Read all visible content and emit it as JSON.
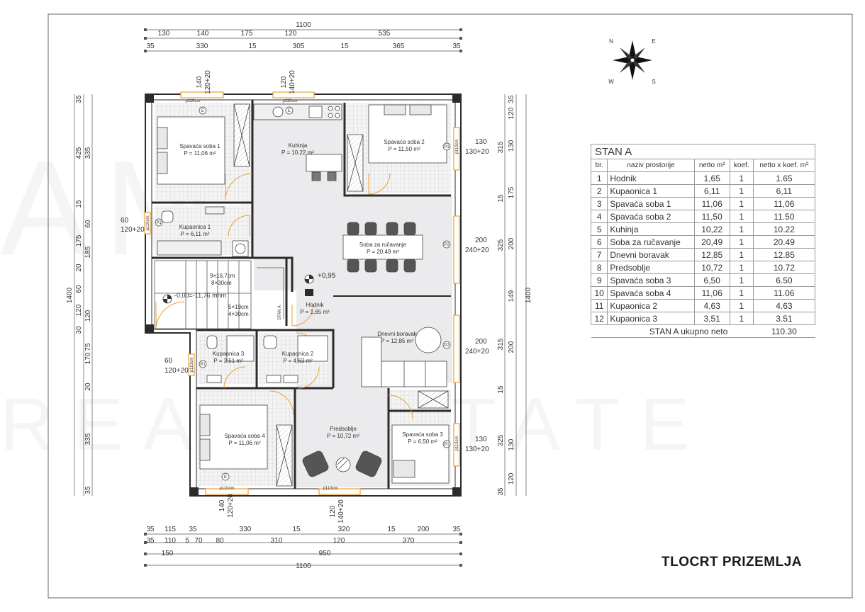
{
  "watermark": {
    "main": "AMNI",
    "sub": "REAL ESTATE"
  },
  "plan_title": "TLOCRT PRIZEMLJA",
  "compass": {
    "n": "N",
    "e": "E",
    "s": "S",
    "w": "W"
  },
  "dims": {
    "top_total": "1100",
    "top_row2": [
      "130",
      "140",
      "175",
      "120",
      "535"
    ],
    "top_row3": [
      "35",
      "330",
      "15",
      "305",
      "15",
      "365",
      "35"
    ],
    "bottom_row1": [
      "35",
      "115",
      "35",
      "330",
      "15",
      "320",
      "15",
      "200",
      "35"
    ],
    "bottom_row2": [
      "35",
      "110",
      "5",
      "70",
      "80",
      "310",
      "120",
      "370"
    ],
    "bottom_row3": [
      "150",
      "950"
    ],
    "bottom_total": "1100",
    "left_total": "1400",
    "left_a": [
      "35",
      "425",
      "15",
      "175",
      "20",
      "60",
      "120",
      "30"
    ],
    "left_b": [
      "335",
      "60",
      "185",
      "120",
      "75",
      "170",
      "20",
      "335",
      "35"
    ],
    "right_total": "1400",
    "right_a": [
      "35",
      "120",
      "130",
      "175",
      "200",
      "149",
      "200",
      "130",
      "120"
    ],
    "right_b": [
      "315",
      "15",
      "325",
      "315",
      "15",
      "325",
      "35"
    ]
  },
  "openings": {
    "w_top_left": {
      "a": "140",
      "b": "120+20"
    },
    "w_top_mid": {
      "a": "120",
      "b": "140+20"
    },
    "w_right_1": {
      "a": "130",
      "b": "130+20"
    },
    "w_right_2": {
      "a": "200",
      "b": "240+20"
    },
    "w_right_3": {
      "a": "200",
      "b": "240+20"
    },
    "w_right_4": {
      "a": "130",
      "b": "130+20"
    },
    "w_left_1": {
      "a": "60",
      "b": "120+20"
    },
    "w_left_2": {
      "a": "60",
      "b": "120+20"
    },
    "w_bottom_left": {
      "a": "140",
      "b": "120+20"
    },
    "w_bottom_mid": {
      "a": "120",
      "b": "140+20"
    },
    "sill_tag": "p110cm",
    "tag_e": "E",
    "tag_p": "P1",
    "tag_p2": "P2"
  },
  "rooms": [
    {
      "name": "Spavaća soba 1",
      "area": "P = 11,06 m²"
    },
    {
      "name": "Kuhinja",
      "area": "P = 10,22 m²"
    },
    {
      "name": "Spavaća soba 2",
      "area": "P = 11,50 m²"
    },
    {
      "name": "Kupaonica 1",
      "area": "P = 6,11 m²"
    },
    {
      "name": "Soba za ručavanje",
      "area": "P = 20,49 m²"
    },
    {
      "name": "Hodnik",
      "area": "P = 1,65 m²"
    },
    {
      "name": "Dnevni boravak",
      "area": "P = 12,85 m²"
    },
    {
      "name": "Kupaonica 3",
      "area": "P = 3,51 m²"
    },
    {
      "name": "Kupaonica 2",
      "area": "P = 4,63 m²"
    },
    {
      "name": "Spavaća soba 4",
      "area": "P = 11,06 m²"
    },
    {
      "name": "Predsoblje",
      "area": "P = 10,72 m²"
    },
    {
      "name": "Spavaća soba 3",
      "area": "P = 6,50 m²"
    }
  ],
  "stairs": {
    "flight1_a": "9×16,7cm",
    "flight1_b": "8×30cm",
    "flight2_a": "5×19cm",
    "flight2_b": "4×30cm",
    "level_low": "-0,00=-11,76 mnm",
    "level_high": "+0,95",
    "stan_tag": "STAN A"
  },
  "table": {
    "title": "STAN A",
    "headers": [
      "br.",
      "naziv prostorije",
      "netto m²",
      "koef.",
      "netto x koef. m²"
    ],
    "rows": [
      [
        "1",
        "Hodnik",
        "1,65",
        "1",
        "1.65"
      ],
      [
        "2",
        "Kupaonica 1",
        "6,11",
        "1",
        "6,11"
      ],
      [
        "3",
        "Spavaća soba 1",
        "11,06",
        "1",
        "11,06"
      ],
      [
        "4",
        "Spavaća soba 2",
        "11,50",
        "1",
        "11.50"
      ],
      [
        "5",
        "Kuhinja",
        "10,22",
        "1",
        "10.22"
      ],
      [
        "6",
        "Soba za ručavanje",
        "20,49",
        "1",
        "20.49"
      ],
      [
        "7",
        "Dnevni boravak",
        "12,85",
        "1",
        "12.85"
      ],
      [
        "8",
        "Predsoblje",
        "10,72",
        "1",
        "10.72"
      ],
      [
        "9",
        "Spavaća soba 3",
        "6,50",
        "1",
        "6.50"
      ],
      [
        "10",
        "Spavaća soba 4",
        "11,06",
        "1",
        "11.06"
      ],
      [
        "11",
        "Kupaonica 2",
        "4,63",
        "1",
        "4.63"
      ],
      [
        "12",
        "Kupaonica 3",
        "3,51",
        "1",
        "3.51"
      ]
    ],
    "total_label": "STAN A ukupno neto",
    "total_netto": "110.30",
    "total_koef": "110.30"
  },
  "colors": {
    "wall": "#2b2b2b",
    "grey_floor": "#ebebed",
    "tile": "#d9d9d9",
    "window": "#e8a030",
    "door": "#e8a030",
    "dim_line": "#555555"
  }
}
